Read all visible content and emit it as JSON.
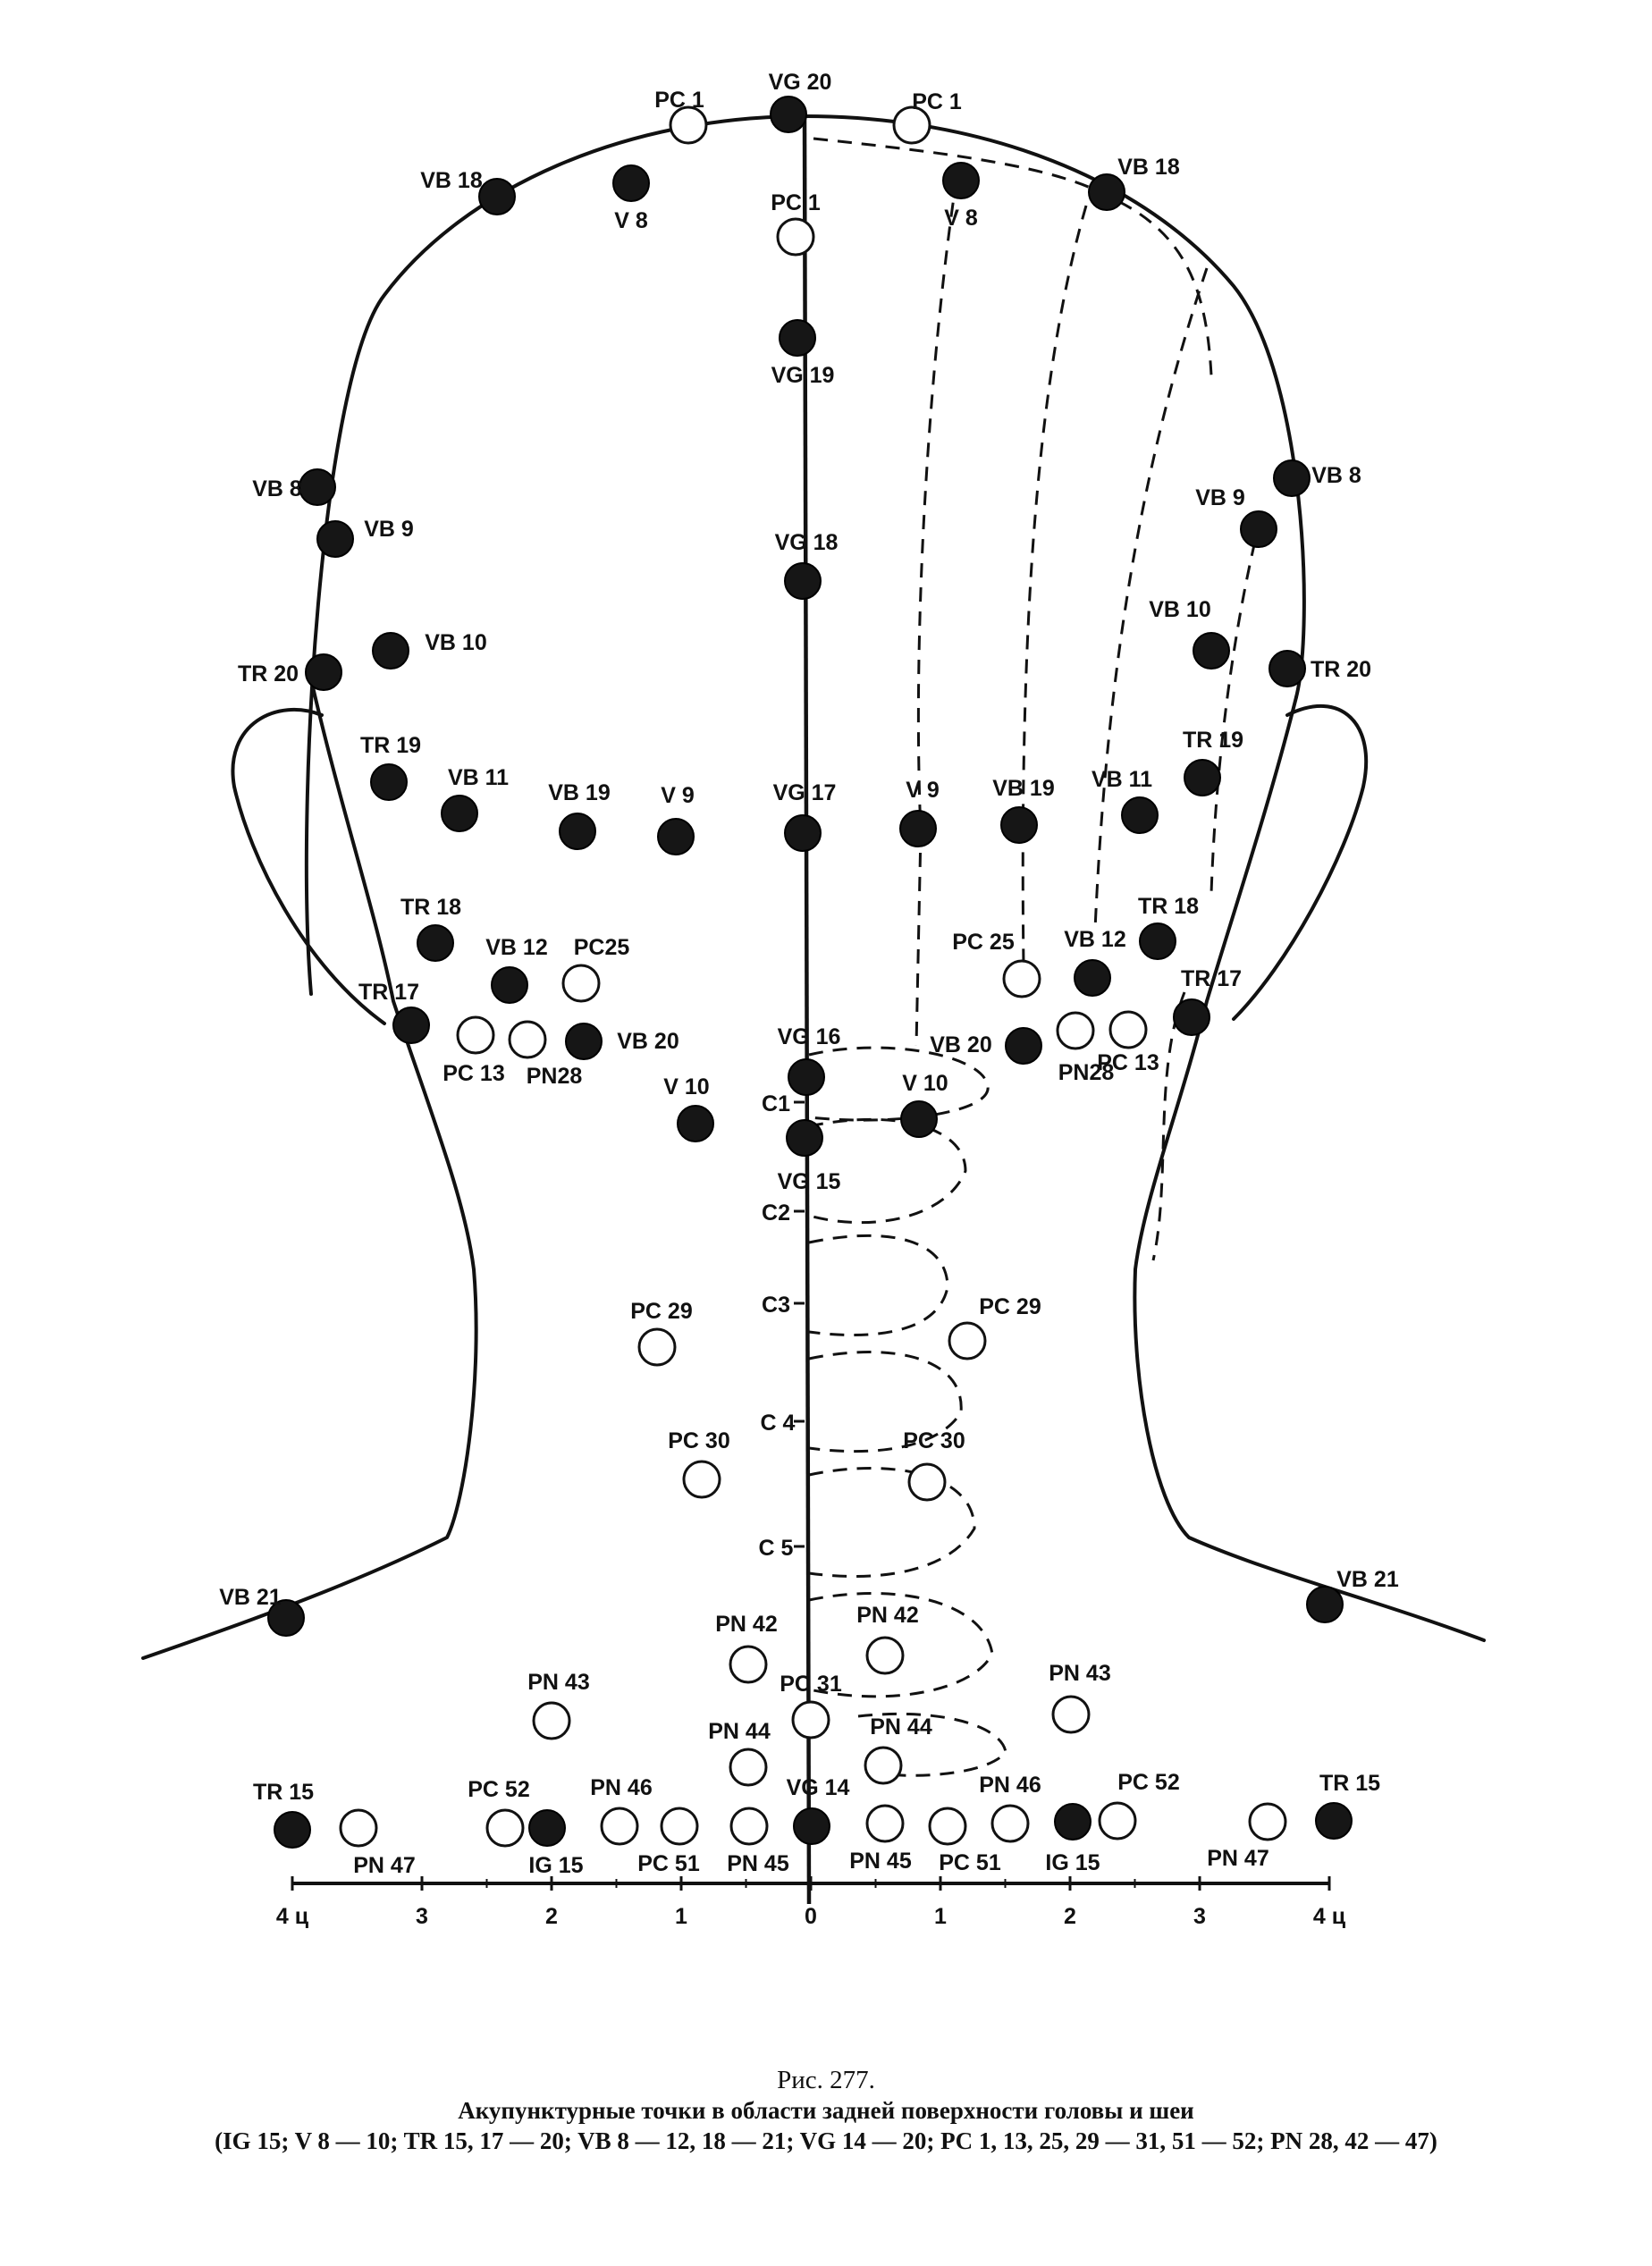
{
  "caption": {
    "figure_number": "Рис. 277.",
    "title": "Акупунктурные точки в области задней поверхности головы и шеи",
    "list": "(IG 15; V 8 — 10; TR 15, 17 — 20; VB 8 — 12, 18 — 21; VG 14 — 20; PC 1, 13, 25, 29 — 31, 51 — 52; PN 28, 42 — 47)"
  },
  "scale": {
    "unit_ticks": [
      {
        "label": "4 ц",
        "value": -4
      },
      {
        "label": "3",
        "value": -3
      },
      {
        "label": "2",
        "value": -2
      },
      {
        "label": "1",
        "value": -1
      },
      {
        "label": "0",
        "value": 0
      },
      {
        "label": "1",
        "value": 1
      },
      {
        "label": "2",
        "value": 2
      },
      {
        "label": "3",
        "value": 3
      },
      {
        "label": "4 ц",
        "value": 4
      }
    ]
  },
  "legend_types": {
    "filled": "filled",
    "open": "open"
  },
  "points": [
    {
      "label": "VG 20",
      "type": "filled"
    },
    {
      "label": "PC 1",
      "type": "open"
    },
    {
      "label": "PC 1",
      "type": "open"
    },
    {
      "label": "PC 1",
      "type": "open"
    },
    {
      "label": "VB 18",
      "type": "filled"
    },
    {
      "label": "VB 18",
      "type": "filled"
    },
    {
      "label": "V 8",
      "type": "filled"
    },
    {
      "label": "V 8",
      "type": "filled"
    },
    {
      "label": "VG 19",
      "type": "filled"
    },
    {
      "label": "VG 18",
      "type": "filled"
    },
    {
      "label": "VB 8",
      "type": "filled"
    },
    {
      "label": "VB 8",
      "type": "filled"
    },
    {
      "label": "VB 9",
      "type": "filled"
    },
    {
      "label": "VB 9",
      "type": "filled"
    },
    {
      "label": "VB 10",
      "type": "filled"
    },
    {
      "label": "VB 10",
      "type": "filled"
    },
    {
      "label": "TR 20",
      "type": "filled"
    },
    {
      "label": "TR 20",
      "type": "filled"
    },
    {
      "label": "TR 19",
      "type": "filled"
    },
    {
      "label": "TR 19",
      "type": "filled"
    },
    {
      "label": "VB 11",
      "type": "filled"
    },
    {
      "label": "VB 11",
      "type": "filled"
    },
    {
      "label": "VB 19",
      "type": "filled"
    },
    {
      "label": "VB 19",
      "type": "filled"
    },
    {
      "label": "V 9",
      "type": "filled"
    },
    {
      "label": "V 9",
      "type": "filled"
    },
    {
      "label": "VG 17",
      "type": "filled"
    },
    {
      "label": "TR 18",
      "type": "filled"
    },
    {
      "label": "TR 18",
      "type": "filled"
    },
    {
      "label": "VB 12",
      "type": "filled"
    },
    {
      "label": "VB 12",
      "type": "filled"
    },
    {
      "label": "PC25",
      "type": "open"
    },
    {
      "label": "PC 25",
      "type": "open"
    },
    {
      "label": "TR 17",
      "type": "filled"
    },
    {
      "label": "TR 17",
      "type": "filled"
    },
    {
      "label": "PC 13",
      "type": "open"
    },
    {
      "label": "PC 13",
      "type": "open"
    },
    {
      "label": "PN28",
      "type": "open"
    },
    {
      "label": "PN28",
      "type": "open"
    },
    {
      "label": "VB 20",
      "type": "filled"
    },
    {
      "label": "VB 20",
      "type": "filled"
    },
    {
      "label": "VG 16",
      "type": "filled"
    },
    {
      "label": "V 10",
      "type": "filled"
    },
    {
      "label": "V 10",
      "type": "filled"
    },
    {
      "label": "VG 15",
      "type": "filled"
    },
    {
      "label": "PC 29",
      "type": "open"
    },
    {
      "label": "PC 29",
      "type": "open"
    },
    {
      "label": "PC 30",
      "type": "open"
    },
    {
      "label": "PC 30",
      "type": "open"
    },
    {
      "label": "VB 21",
      "type": "filled"
    },
    {
      "label": "VB 21",
      "type": "filled"
    },
    {
      "label": "PN 42",
      "type": "open"
    },
    {
      "label": "PN 42",
      "type": "open"
    },
    {
      "label": "PN 43",
      "type": "open"
    },
    {
      "label": "PN 43",
      "type": "open"
    },
    {
      "label": "PC 31",
      "type": "open"
    },
    {
      "label": "PN 44",
      "type": "open"
    },
    {
      "label": "PN 44",
      "type": "open"
    },
    {
      "label": "TR 15",
      "type": "filled"
    },
    {
      "label": "TR 15",
      "type": "filled"
    },
    {
      "label": "PN 47",
      "type": "open"
    },
    {
      "label": "PN 47",
      "type": "open"
    },
    {
      "label": "PC 52",
      "type": "open"
    },
    {
      "label": "PC 52",
      "type": "open"
    },
    {
      "label": "IG 15",
      "type": "filled"
    },
    {
      "label": "IG 15",
      "type": "filled"
    },
    {
      "label": "PN 46",
      "type": "open"
    },
    {
      "label": "PN 46",
      "type": "open"
    },
    {
      "label": "PC 51",
      "type": "open"
    },
    {
      "label": "PC 51",
      "type": "open"
    },
    {
      "label": "PN 45",
      "type": "open"
    },
    {
      "label": "PN 45",
      "type": "open"
    },
    {
      "label": "VG 14",
      "type": "filled"
    }
  ],
  "vertebrae": [
    "C1",
    "C2",
    "C3",
    "C 4",
    "C 5"
  ]
}
